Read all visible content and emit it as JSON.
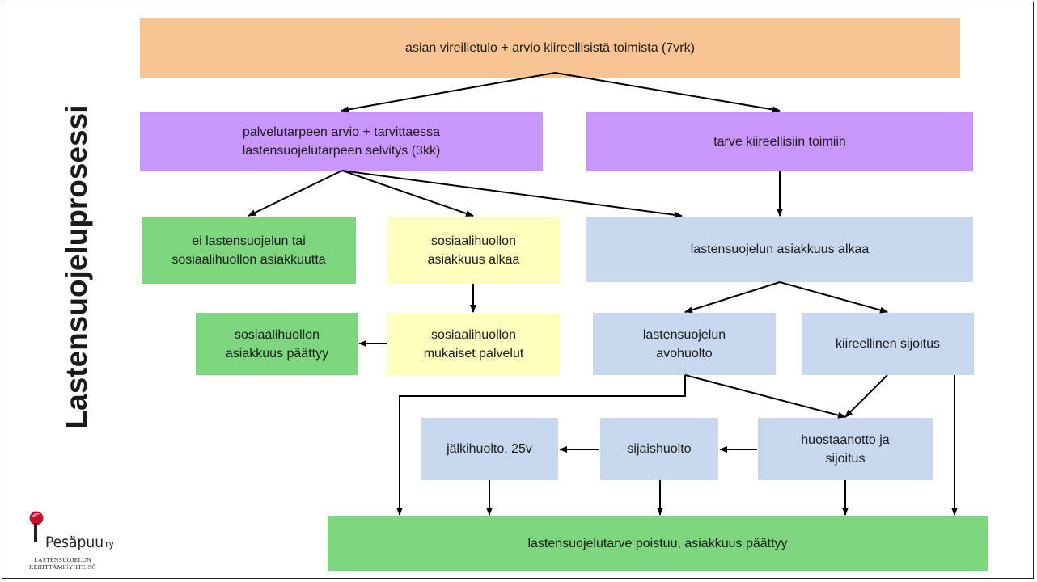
{
  "title": "Lastensuojeluprosessi",
  "nodes": {
    "vireilletulo": "asian vireilletulo + arvio kiireellisistä toimista (7vrk)",
    "palvelutarve": "palvelutarpeen arvio + tarvittaessa\nlastensuojelutarpeen selvitys (3kk)",
    "kiireellisiin": "tarve kiireellisiin toimiin",
    "ei_asiakkuutta": "ei lastensuojelun tai\nsosiaalihuollon asiakkuutta",
    "sos_alkaa": "sosiaalihuollon\nasiakkuus alkaa",
    "ls_alkaa": "lastensuojelun asiakkuus alkaa",
    "sos_paattyy": "sosiaalihuollon\nasiakkuus päättyy",
    "sos_palvelut": "sosiaalihuollon\nmukaiset palvelut",
    "avohuolto": "lastensuojelun\navohuolto",
    "kiir_sijoitus": "kiireellinen sijoitus",
    "jalkihuolto": "jälkihuolto, 25v",
    "sijaishuolto": "sijaishuolto",
    "huostaanotto": "huostaanotto ja\nsijoitus",
    "poistuu": "lastensuojelutarve poistuu, asiakkuus päättyy"
  },
  "logo": {
    "name": "Pesäpuu",
    "suffix": "ry",
    "subtitle_1": "LASTENSUOJELUN",
    "subtitle_2": "KEHITTÄMISYHTEISÖ"
  },
  "colors": {
    "orange": "#f9c494",
    "purple": "#c996fd",
    "green": "#7dd67d",
    "yellow": "#ffffbe",
    "blue": "#c7d8ee",
    "logo_red": "#c8102e"
  }
}
